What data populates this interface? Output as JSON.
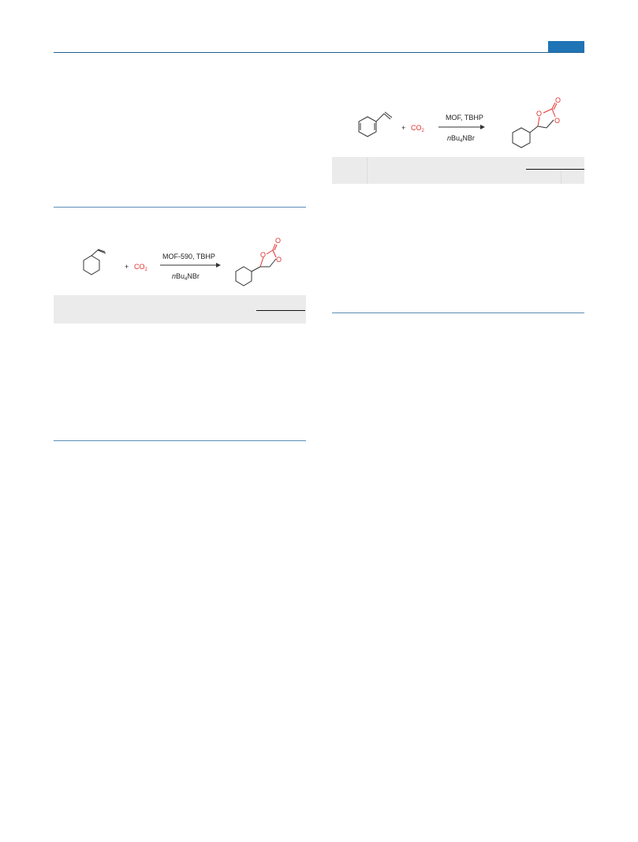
{
  "colors": {
    "header_accent": "#1f74b6",
    "header_rule": "#1f5f8f",
    "rule": "#5b8fb5",
    "table_band": "#ebebeb",
    "highlight_red": "#e0312e",
    "text": "#222222"
  },
  "scheme_left": {
    "plus": "+",
    "reagent": "CO",
    "reagent_sub": "2",
    "conditions_above": "MOF-590, TBHP",
    "conditions_below_prefix": "n",
    "conditions_below_main": "Bu",
    "conditions_below_sub": "4",
    "conditions_below_suffix": "NBr",
    "ring_o1": "O",
    "ring_o2": "O",
    "carbonyl_o": "O"
  },
  "scheme_right": {
    "plus": "+",
    "reagent": "CO",
    "reagent_sub": "2",
    "conditions_above": "MOF, TBHP",
    "conditions_below_prefix": "n",
    "conditions_below_main": "Bu",
    "conditions_below_sub": "4",
    "conditions_below_suffix": "NBr",
    "ring_o1": "O",
    "ring_o2": "O",
    "carbonyl_o": "O"
  }
}
